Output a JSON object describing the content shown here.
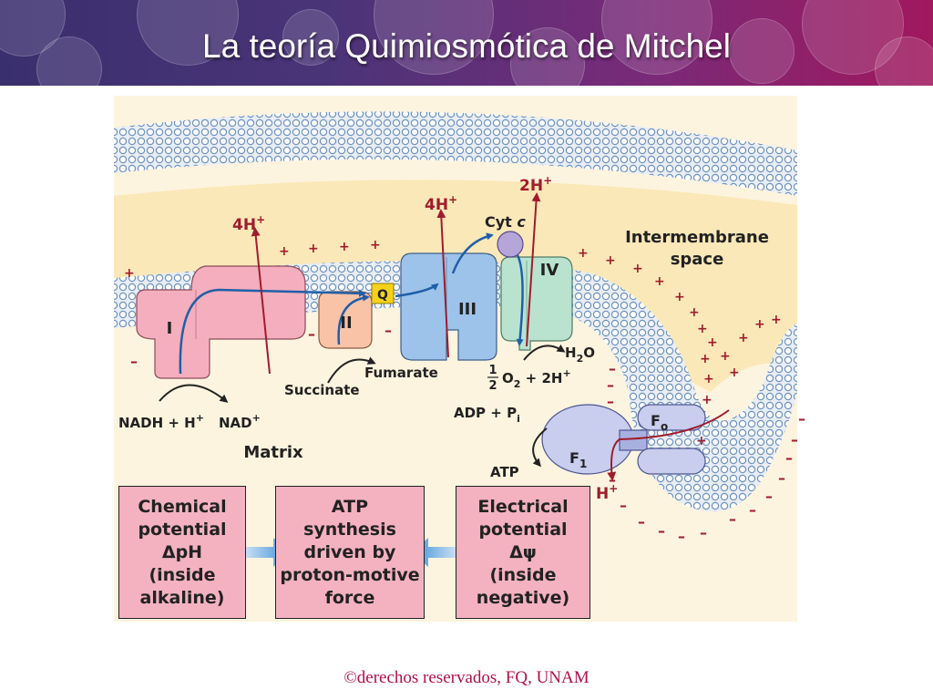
{
  "slide": {
    "title": "La teoría Quimiosmótica de Mitchel",
    "footer": "©derechos reservados, FQ, UNAM"
  },
  "colors": {
    "header_start": "#3a2f6e",
    "header_end": "#a0185e",
    "complex_I": "#f4aebd",
    "complex_II": "#f9c3a8",
    "complex_III": "#9dc3ea",
    "complex_IV": "#b9e3cf",
    "atp_synthase": "#c9cdee",
    "electron_path": "#1f5fa8",
    "proton_path": "#a01c2c",
    "quinone": "#f4d21a",
    "box_fill": "#f4b2c1"
  },
  "diagram": {
    "complexes": {
      "I": "I",
      "II": "II",
      "III": "III",
      "IV": "IV"
    },
    "quinone": "Q",
    "cyt_c": {
      "main": "Cyt",
      "italic": "c"
    },
    "proton_labels": {
      "complex_I": "4H",
      "complex_III": "4H",
      "complex_IV": "2H",
      "synthase_out": "H",
      "sup": "+"
    },
    "region_labels": {
      "intermembrane_line1": "Intermembrane",
      "intermembrane_line2": "space",
      "matrix": "Matrix"
    },
    "substrates": {
      "nadh": "NADH + H",
      "nad": "NAD",
      "succinate": "Succinate",
      "fumarate": "Fumarate",
      "o2_num": "1",
      "o2_den": "2",
      "o2_rest": "O",
      "o2_sub": "2",
      "o2_plus": "+ 2H",
      "h2o_h": "H",
      "h2o_sub": "2",
      "h2o_o": "O",
      "adp": "ADP + P",
      "adp_sub": "i",
      "atp": "ATP"
    },
    "synthase": {
      "fo": "F",
      "fo_sub": "o",
      "f1": "F",
      "f1_sub": "1"
    },
    "plus_sign": "+",
    "minus_sign": "–"
  },
  "boxes": {
    "chemical": [
      "Chemical",
      "potential",
      "ΔpH",
      "(inside",
      "alkaline)"
    ],
    "atp": [
      "ATP",
      "synthesis",
      "driven by",
      "proton-motive",
      "force"
    ],
    "electrical": [
      "Electrical",
      "potential",
      "Δψ",
      "(inside",
      "negative)"
    ]
  }
}
